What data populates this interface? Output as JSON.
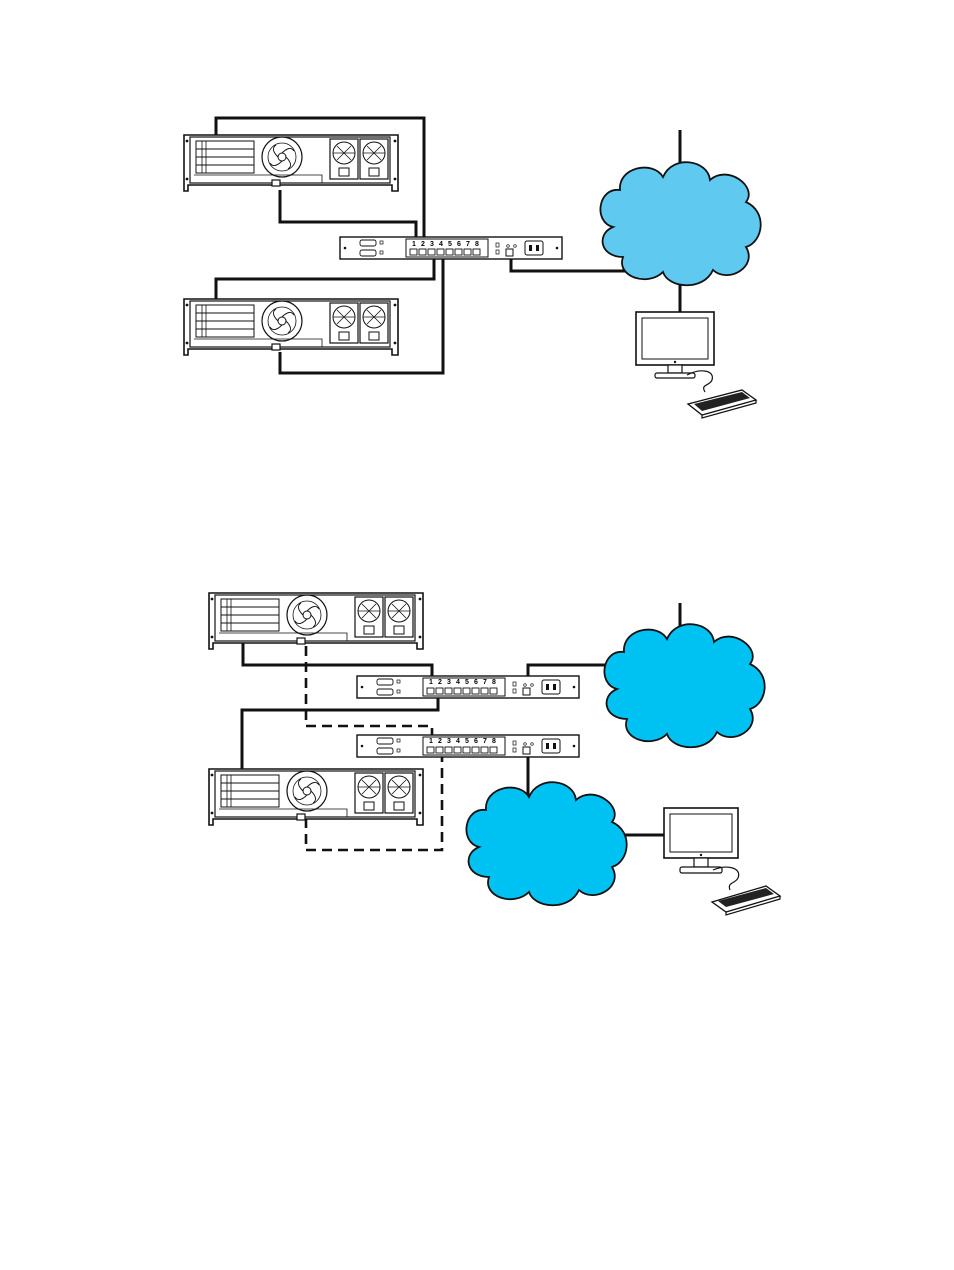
{
  "diagram": {
    "colors": {
      "cloud_top": "#5fc9f0",
      "cloud_bottom": "#00c2f2",
      "line": "#111111",
      "panel": "#ffffff"
    },
    "switch_port_labels": [
      "1",
      "2",
      "3",
      "4",
      "5",
      "6",
      "7",
      "8"
    ],
    "figure_top": {
      "servers": [
        "server-top-a",
        "server-top-b"
      ],
      "switches": [
        "switch-top"
      ],
      "clouds": [
        "network-cloud-top"
      ],
      "workstation": "workstation-top"
    },
    "figure_bottom": {
      "servers": [
        "server-bottom-a",
        "server-bottom-b"
      ],
      "switches": [
        "switch-bottom-a",
        "switch-bottom-b"
      ],
      "clouds": [
        "network-cloud-bottom-right",
        "network-cloud-bottom-left"
      ],
      "workstation": "workstation-bottom"
    },
    "icons": [
      "server-rack-icon",
      "kvm-switch-icon",
      "cloud-icon",
      "monitor-icon",
      "keyboard-icon"
    ]
  }
}
